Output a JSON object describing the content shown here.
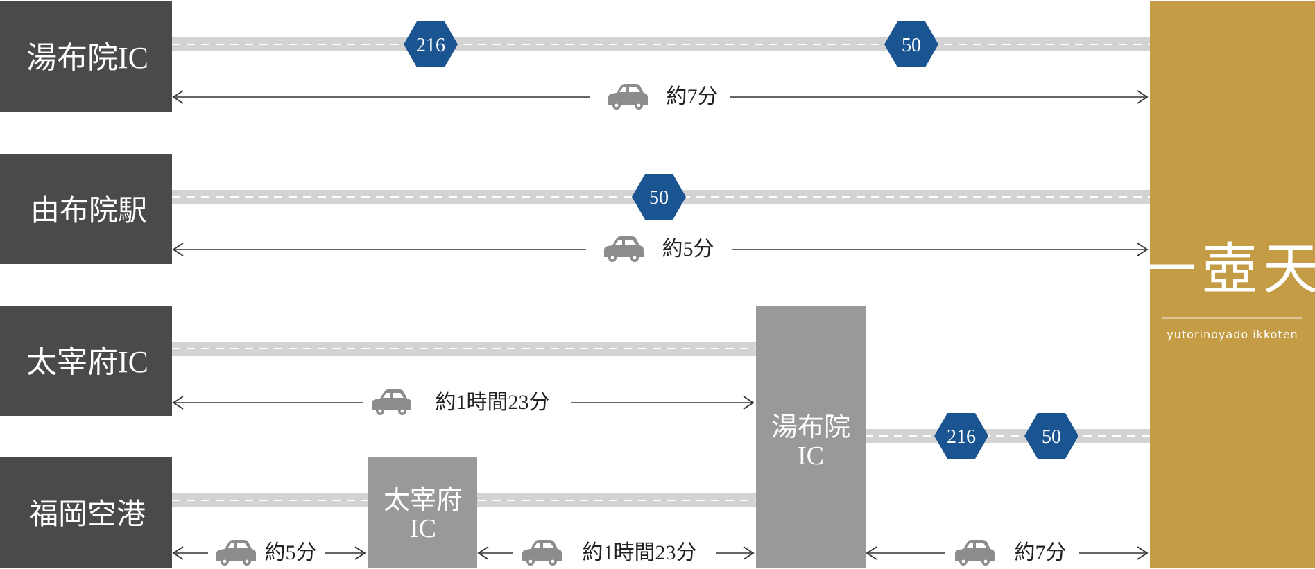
{
  "origins": [
    {
      "label": "湯布院IC",
      "time": "約7分",
      "routes": [
        "216",
        "50"
      ]
    },
    {
      "label": "由布院駅",
      "time": "約5分",
      "routes": [
        "50"
      ]
    },
    {
      "label": "太宰府IC",
      "time": "約1時間23分"
    },
    {
      "label": "福岡空港",
      "time": "約5分"
    }
  ],
  "waypoints": [
    {
      "label_lines": [
        "太宰府",
        "IC"
      ],
      "time_after": "約1時間23分"
    },
    {
      "label_lines": [
        "湯布院",
        "IC"
      ],
      "time_after": "約7分",
      "routes": [
        "216",
        "50"
      ]
    }
  ],
  "destination": {
    "logo_text": "一壺天",
    "romaji": "yutorinoyado ikkoten"
  },
  "colors": {
    "origin_box": "#4a4a4a",
    "waypoint_box": "#999999",
    "road": "#d3d3d3",
    "road_dash": "#ffffff",
    "route_shield": "#1a5592",
    "destination": "#c39c45",
    "car": "#8c8c8c",
    "arrow": "#333333"
  },
  "icons": {
    "car": "car-icon",
    "route": "route-shield-icon",
    "arrow": "arrow-icon"
  }
}
